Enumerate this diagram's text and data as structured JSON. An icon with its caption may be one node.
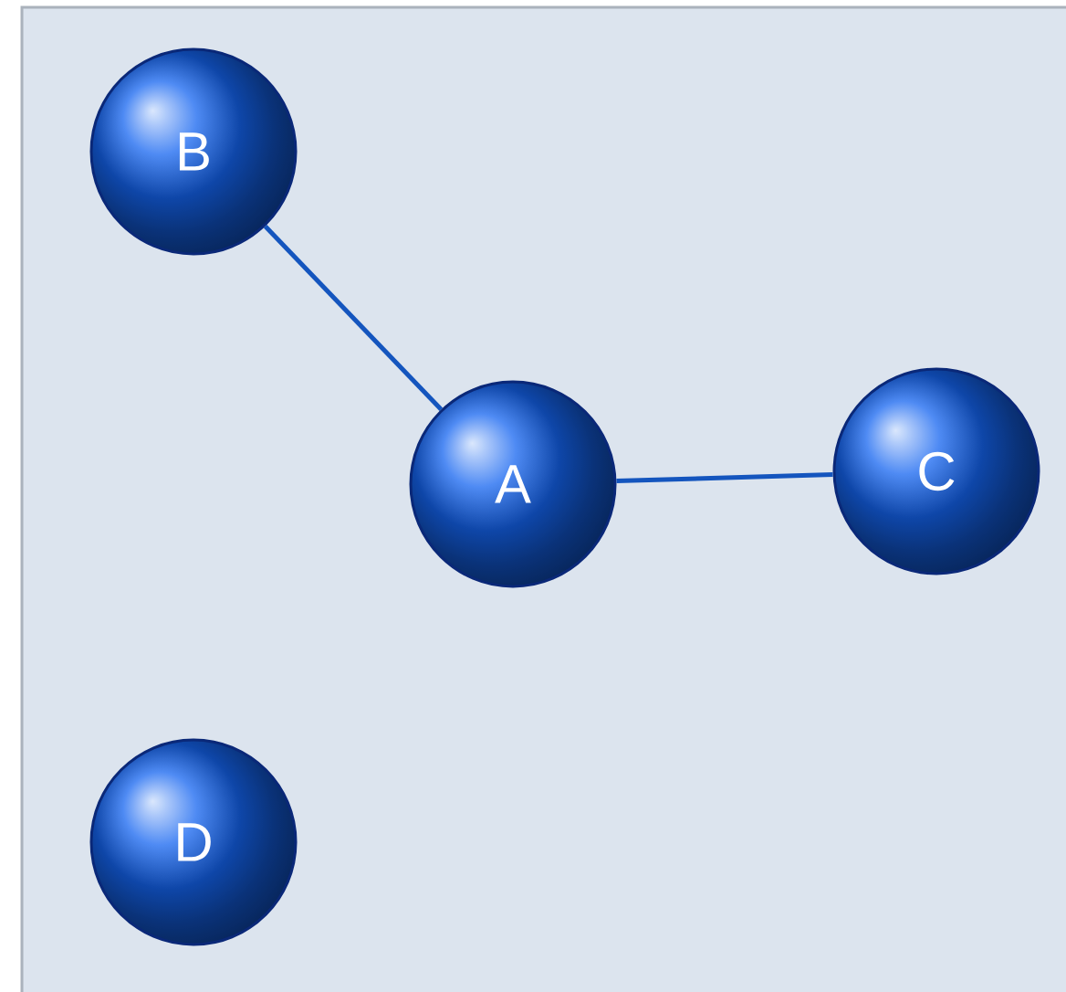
{
  "diagram": {
    "nodes": [
      {
        "text": [
          "B"
        ]
      },
      {
        "text": [
          "A"
        ]
      },
      {
        "text": [
          "C"
        ]
      },
      {
        "text": [
          "D"
        ]
      }
    ],
    "edges": [
      {
        "from": 0,
        "to": 1,
        "arrow": "none"
      },
      {
        "from": 1,
        "to": 2,
        "arrow": "none"
      }
    ]
  }
}
